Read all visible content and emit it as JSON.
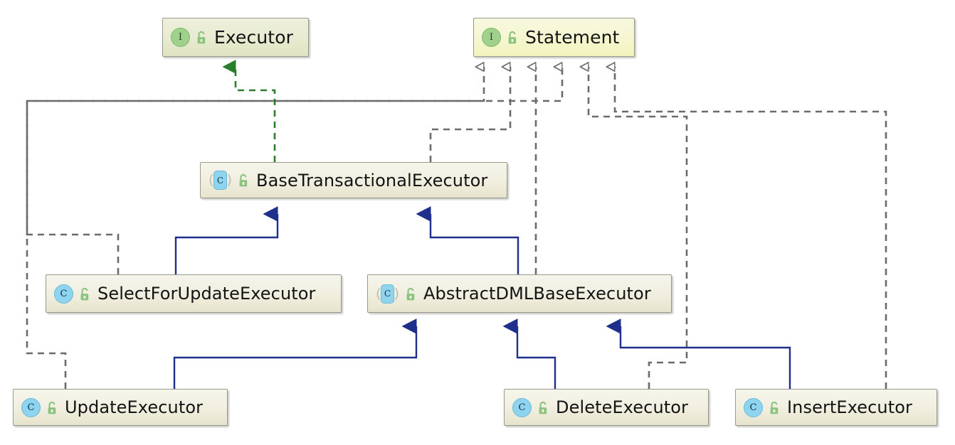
{
  "diagram": {
    "type": "uml-class-diagram",
    "title": "Executor class hierarchy",
    "colors": {
      "interface_icon": "#9fd08c",
      "class_icon": "#8ed4ef",
      "lock_icon": "#8cc47f",
      "inheritance_arrow": "#1f2f8c",
      "realization_arrow_gray": "#6b6b6b",
      "realization_arrow_green": "#2a7d2a",
      "interface_box_executor": "#e9ecd2",
      "interface_box_statement": "#f6f7d3",
      "class_box": "#f2f0e2",
      "box_border": "#9a9a88",
      "label_text": "#141414"
    }
  },
  "nodes": [
    {
      "id": "executor",
      "label": "Executor",
      "kind": "interface",
      "kind_glyph": "I",
      "abstract": false,
      "visibility": "public",
      "lock_icon": "unlock-icon"
    },
    {
      "id": "statement",
      "label": "Statement",
      "kind": "interface",
      "kind_glyph": "I",
      "abstract": false,
      "visibility": "public",
      "lock_icon": "unlock-icon"
    },
    {
      "id": "basetransactional",
      "label": "BaseTransactionalExecutor",
      "kind": "abstract-class",
      "kind_glyph": "C",
      "abstract": true,
      "visibility": "public",
      "lock_icon": "unlock-icon"
    },
    {
      "id": "selectforupdate",
      "label": "SelectForUpdateExecutor",
      "kind": "class",
      "kind_glyph": "C",
      "abstract": false,
      "visibility": "public",
      "lock_icon": "unlock-icon"
    },
    {
      "id": "abstractdmlbase",
      "label": "AbstractDMLBaseExecutor",
      "kind": "abstract-class",
      "kind_glyph": "C",
      "abstract": true,
      "visibility": "public",
      "lock_icon": "unlock-icon"
    },
    {
      "id": "update",
      "label": "UpdateExecutor",
      "kind": "class",
      "kind_glyph": "C",
      "abstract": false,
      "visibility": "public",
      "lock_icon": "unlock-icon"
    },
    {
      "id": "delete",
      "label": "DeleteExecutor",
      "kind": "class",
      "kind_glyph": "C",
      "abstract": false,
      "visibility": "public",
      "lock_icon": "unlock-icon"
    },
    {
      "id": "insert",
      "label": "InsertExecutor",
      "kind": "class",
      "kind_glyph": "C",
      "abstract": false,
      "visibility": "public",
      "lock_icon": "unlock-icon"
    }
  ],
  "edges": [
    {
      "from": "basetransactional",
      "to": "executor",
      "relation": "realization",
      "style": "dashed",
      "color": "green"
    },
    {
      "from": "selectforupdate",
      "to": "statement",
      "relation": "realization",
      "style": "dashed",
      "color": "gray"
    },
    {
      "from": "basetransactional",
      "to": "statement",
      "relation": "realization",
      "style": "dashed",
      "color": "gray"
    },
    {
      "from": "abstractdmlbase",
      "to": "statement",
      "relation": "realization",
      "style": "dashed",
      "color": "gray"
    },
    {
      "from": "update",
      "to": "statement",
      "relation": "realization",
      "style": "dashed",
      "color": "gray"
    },
    {
      "from": "delete",
      "to": "statement",
      "relation": "realization",
      "style": "dashed",
      "color": "gray"
    },
    {
      "from": "insert",
      "to": "statement",
      "relation": "realization",
      "style": "dashed",
      "color": "gray"
    },
    {
      "from": "selectforupdate",
      "to": "basetransactional",
      "relation": "inheritance",
      "style": "solid",
      "color": "blue"
    },
    {
      "from": "abstractdmlbase",
      "to": "basetransactional",
      "relation": "inheritance",
      "style": "solid",
      "color": "blue"
    },
    {
      "from": "update",
      "to": "abstractdmlbase",
      "relation": "inheritance",
      "style": "solid",
      "color": "blue"
    },
    {
      "from": "delete",
      "to": "abstractdmlbase",
      "relation": "inheritance",
      "style": "solid",
      "color": "blue"
    },
    {
      "from": "insert",
      "to": "abstractdmlbase",
      "relation": "inheritance",
      "style": "solid",
      "color": "blue"
    }
  ]
}
